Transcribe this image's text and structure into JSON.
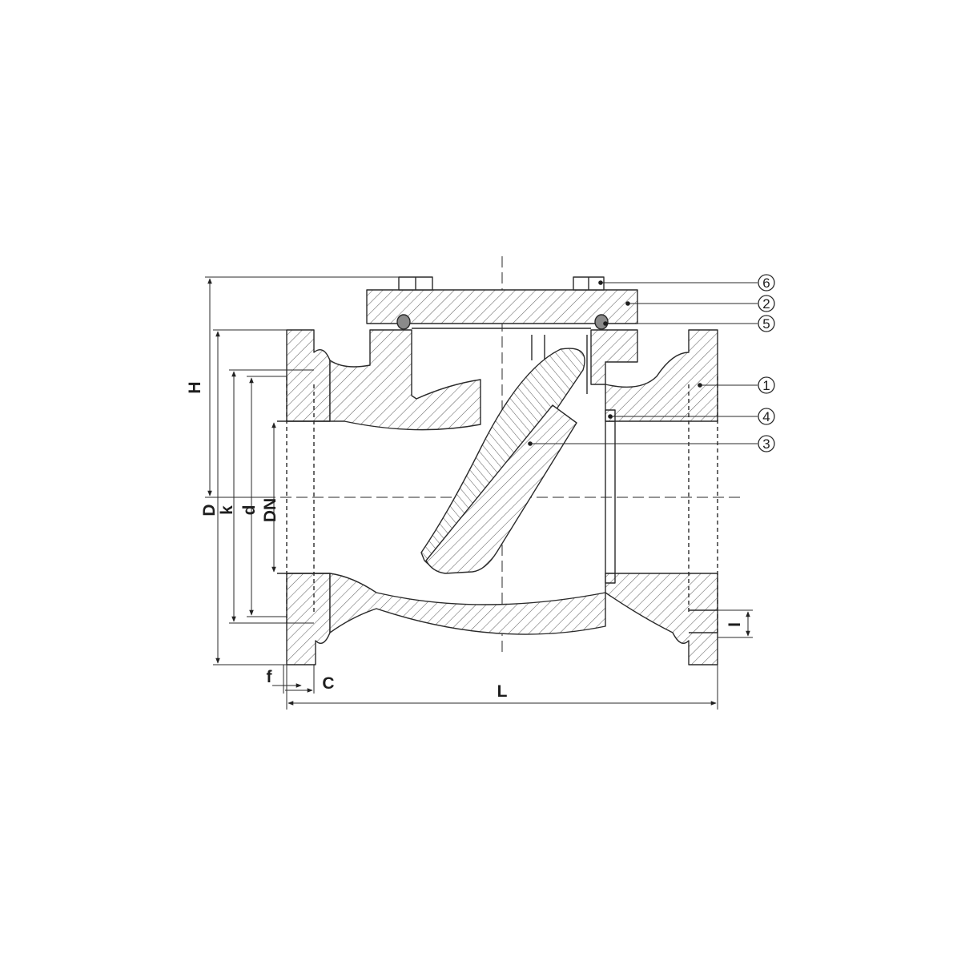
{
  "dimensions": {
    "H": "H",
    "D": "D",
    "k": "k",
    "d": "d",
    "DN": "DN",
    "f": "f",
    "C": "C",
    "L": "L",
    "I": "I"
  },
  "callouts": [
    {
      "number": "6",
      "part": "bolt"
    },
    {
      "number": "2",
      "part": "bonnet"
    },
    {
      "number": "5",
      "part": "o-ring"
    },
    {
      "number": "1",
      "part": "body"
    },
    {
      "number": "4",
      "part": "seat ring"
    },
    {
      "number": "3",
      "part": "disc"
    }
  ]
}
